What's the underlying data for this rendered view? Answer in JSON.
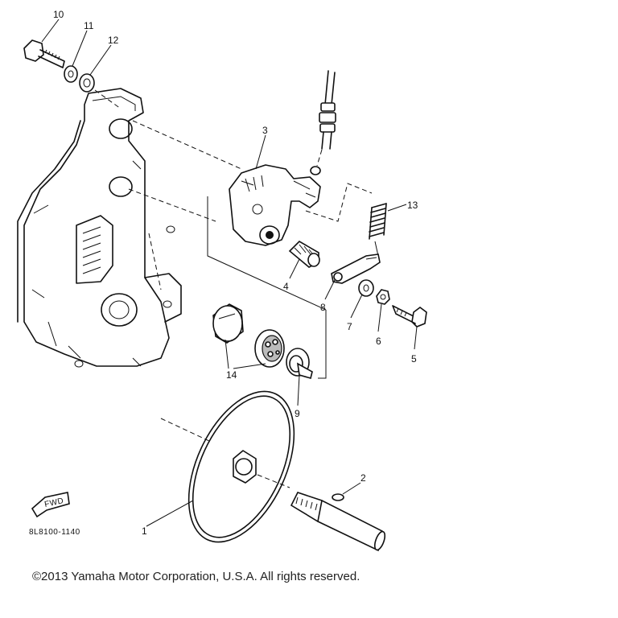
{
  "diagram": {
    "callouts": [
      "10",
      "11",
      "12",
      "3",
      "13",
      "4",
      "8",
      "7",
      "6",
      "5",
      "14",
      "9",
      "2",
      "1"
    ],
    "fwd_label": "FWD",
    "diagram_code": "8L8100-1140"
  },
  "footer": {
    "copyright": "©2013 Yamaha Motor Corporation, U.S.A. All rights reserved."
  }
}
